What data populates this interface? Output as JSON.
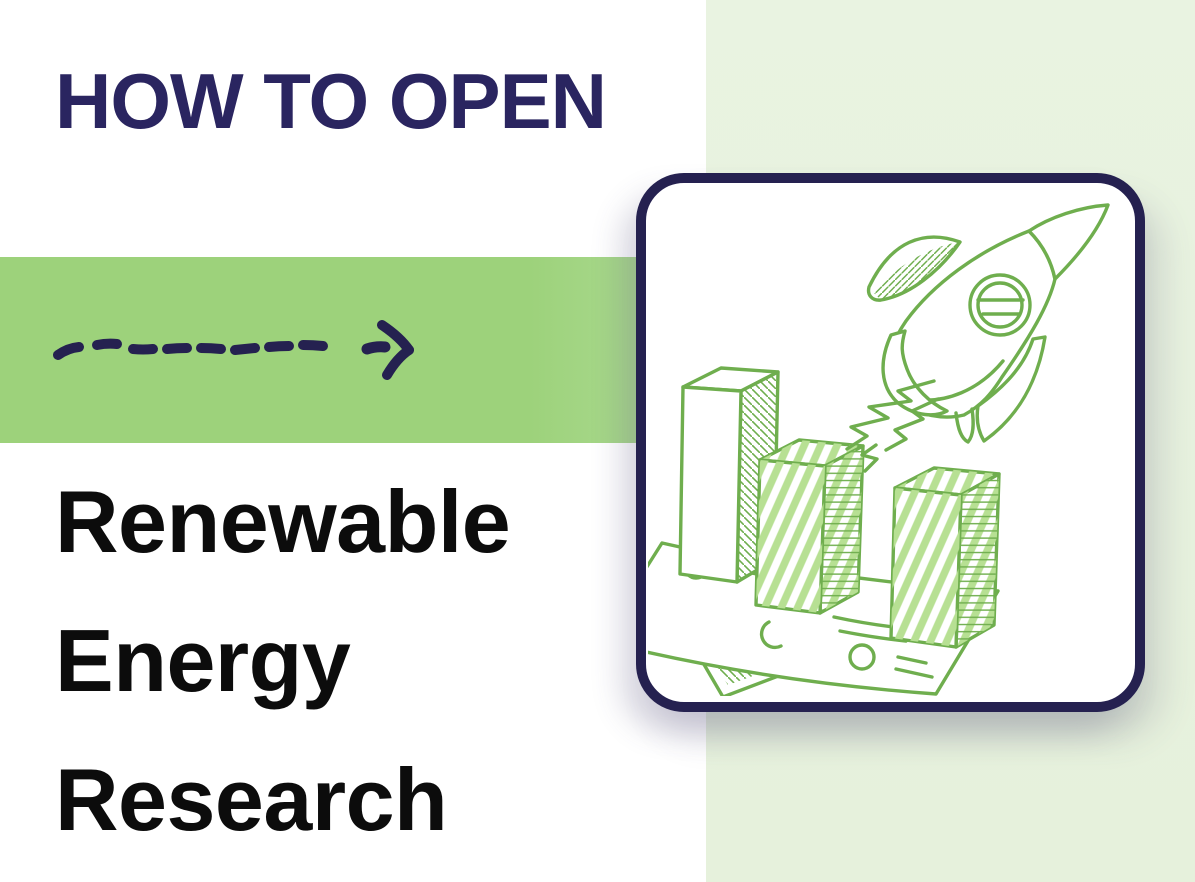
{
  "slide": {
    "eyebrow": "HOW TO OPEN",
    "title_lines": [
      "Renewable",
      "Energy",
      "Research"
    ]
  },
  "colors": {
    "background": "#ffffff",
    "heading_navy": "#2a2560",
    "card_border_navy": "#252150",
    "arrow_navy": "#252150",
    "band_green": "#9dd27b",
    "strip_green": "#e7f1df",
    "sketch_stroke_green": "#6fae4e",
    "sketch_fill_green": "#b7e093",
    "title_black": "#0c0c0c"
  },
  "icons": {
    "arrow": "dashed-arrow-right-icon",
    "illustration_parts": [
      "rocket-icon",
      "bar-chart-icon",
      "banknotes-icon"
    ]
  }
}
